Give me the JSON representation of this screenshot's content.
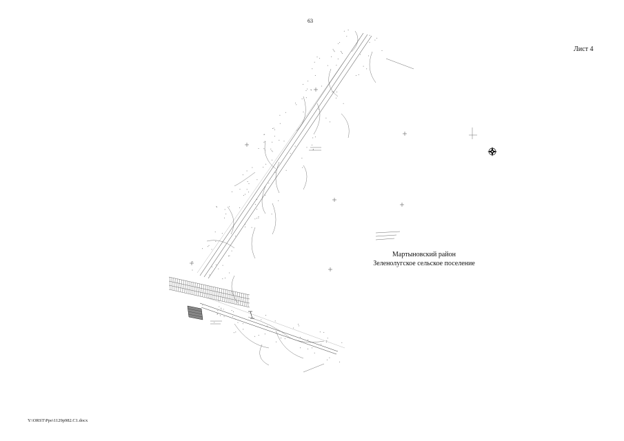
{
  "page": {
    "number": "63",
    "sheet_label": "Лист 4",
    "district": {
      "line1": "Мартыновский район",
      "line2": "Зеленолугское сельское поселение"
    },
    "footer_path": "Y:\\ORST\\Ppo\\1129p982.C1.docx"
  },
  "map": {
    "line_color": "#222222",
    "light_color": "#777777"
  }
}
